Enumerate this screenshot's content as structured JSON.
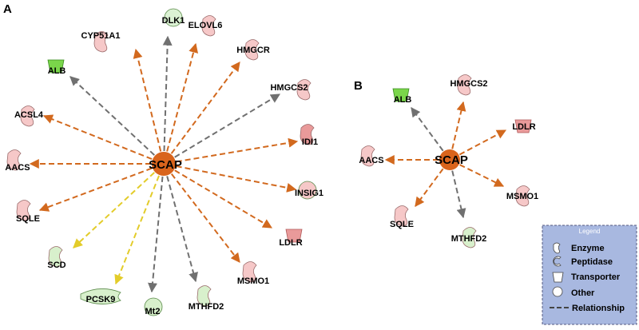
{
  "panels": {
    "A": {
      "label": "A",
      "hub": "SCAP",
      "nodes": [
        {
          "id": "DLK1",
          "label": "DLK1",
          "shape": "other",
          "color": "green",
          "edge": "gray"
        },
        {
          "id": "ELOVL6",
          "label": "ELOVL6",
          "shape": "enzyme",
          "color": "pink",
          "edge": "orange"
        },
        {
          "id": "CYP51A1",
          "label": "CYP51A1",
          "shape": "enzyme",
          "color": "pink",
          "edge": "orange"
        },
        {
          "id": "HMGCR",
          "label": "HMGCR",
          "shape": "enzyme",
          "color": "pink",
          "edge": "orange"
        },
        {
          "id": "ALB",
          "label": "ALB",
          "shape": "transporter",
          "color": "brightgreen",
          "edge": "gray"
        },
        {
          "id": "HMGCS2",
          "label": "HMGCS2",
          "shape": "enzyme",
          "color": "pink",
          "edge": "gray"
        },
        {
          "id": "ACSL4",
          "label": "ACSL4",
          "shape": "enzyme",
          "color": "pink",
          "edge": "orange"
        },
        {
          "id": "IDI1",
          "label": "IDI1",
          "shape": "enzyme",
          "color": "red",
          "edge": "orange"
        },
        {
          "id": "AACS",
          "label": "AACS",
          "shape": "enzyme",
          "color": "pink",
          "edge": "orange"
        },
        {
          "id": "INSIG1",
          "label": "INSIG1",
          "shape": "other",
          "color": "pink",
          "edge": "orange"
        },
        {
          "id": "SQLE",
          "label": "SQLE",
          "shape": "enzyme",
          "color": "pink",
          "edge": "orange"
        },
        {
          "id": "LDLR",
          "label": "LDLR",
          "shape": "transporter",
          "color": "red",
          "edge": "orange"
        },
        {
          "id": "SCD",
          "label": "SCD",
          "shape": "enzyme",
          "color": "lightgreen",
          "edge": "yellow"
        },
        {
          "id": "MSMO1",
          "label": "MSMO1",
          "shape": "enzyme",
          "color": "pink",
          "edge": "orange"
        },
        {
          "id": "PCSK9",
          "label": "PCSK9",
          "shape": "peptidase",
          "color": "lightgreen",
          "edge": "yellow"
        },
        {
          "id": "MTHFD2",
          "label": "MTHFD2",
          "shape": "enzyme",
          "color": "lightgreen",
          "edge": "gray"
        },
        {
          "id": "Mt2",
          "label": "Mt2",
          "shape": "other",
          "color": "lightgreen",
          "edge": "gray"
        }
      ]
    },
    "B": {
      "label": "B",
      "hub": "SCAP",
      "nodes": [
        {
          "id": "ALB",
          "label": "ALB",
          "shape": "transporter",
          "color": "brightgreen",
          "edge": "gray"
        },
        {
          "id": "HMGCS2",
          "label": "HMGCS2",
          "shape": "enzyme",
          "color": "pink",
          "edge": "orange"
        },
        {
          "id": "LDLR",
          "label": "LDLR",
          "shape": "transporter",
          "color": "red",
          "edge": "orange"
        },
        {
          "id": "AACS",
          "label": "AACS",
          "shape": "enzyme",
          "color": "pink",
          "edge": "orange"
        },
        {
          "id": "MSMO1",
          "label": "MSMO1",
          "shape": "enzyme",
          "color": "pink",
          "edge": "orange"
        },
        {
          "id": "SQLE",
          "label": "SQLE",
          "shape": "enzyme",
          "color": "pink",
          "edge": "orange"
        },
        {
          "id": "MTHFD2",
          "label": "MTHFD2",
          "shape": "enzyme",
          "color": "lightgreen",
          "edge": "gray"
        }
      ]
    }
  },
  "legend": {
    "title": "Legend",
    "items": [
      {
        "label": "Enzyme",
        "icon": "enzyme-icon"
      },
      {
        "label": "Peptidase",
        "icon": "peptidase-icon"
      },
      {
        "label": "Transporter",
        "icon": "transporter-icon"
      },
      {
        "label": "Other",
        "icon": "other-icon"
      },
      {
        "label": "Relationship",
        "icon": "relationship-icon"
      }
    ]
  },
  "colors": {
    "hub": "#d9641c",
    "edge_orange": "#d2691e",
    "edge_gray": "#707070",
    "edge_yellow": "#e3cc2a",
    "pink": "#f6c8c8",
    "red": "#e99a9a",
    "green": "#dcf2d4",
    "lightgreen": "#d8f0cc",
    "brightgreen": "#7ad64a",
    "legend_bg": "#a8b8e0",
    "legend_border": "#555a80"
  }
}
